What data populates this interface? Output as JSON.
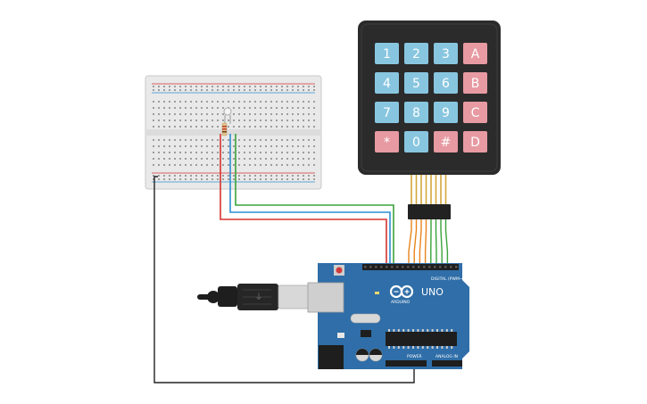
{
  "keypad": {
    "rows": [
      [
        "1",
        "2",
        "3",
        "A"
      ],
      [
        "4",
        "5",
        "6",
        "B"
      ],
      [
        "7",
        "8",
        "9",
        "C"
      ],
      [
        "*",
        "0",
        "#",
        "D"
      ]
    ],
    "colors": {
      "digit": "#88c6e0",
      "letter": "#e79aa2",
      "body": "#2b2b2b"
    }
  },
  "board": {
    "model_label": "UNO",
    "brand_label": "ARDUINO",
    "digital_label": "DIGITAL (PWM~)",
    "power_label": "POWER",
    "analog_label": "ANALOG IN",
    "color": "#2f6ea8"
  },
  "wire_colors": {
    "red": "#d6332f",
    "blue": "#2e8fd0",
    "green": "#3aa33a",
    "black": "#222222",
    "orange": "#e8841b"
  }
}
